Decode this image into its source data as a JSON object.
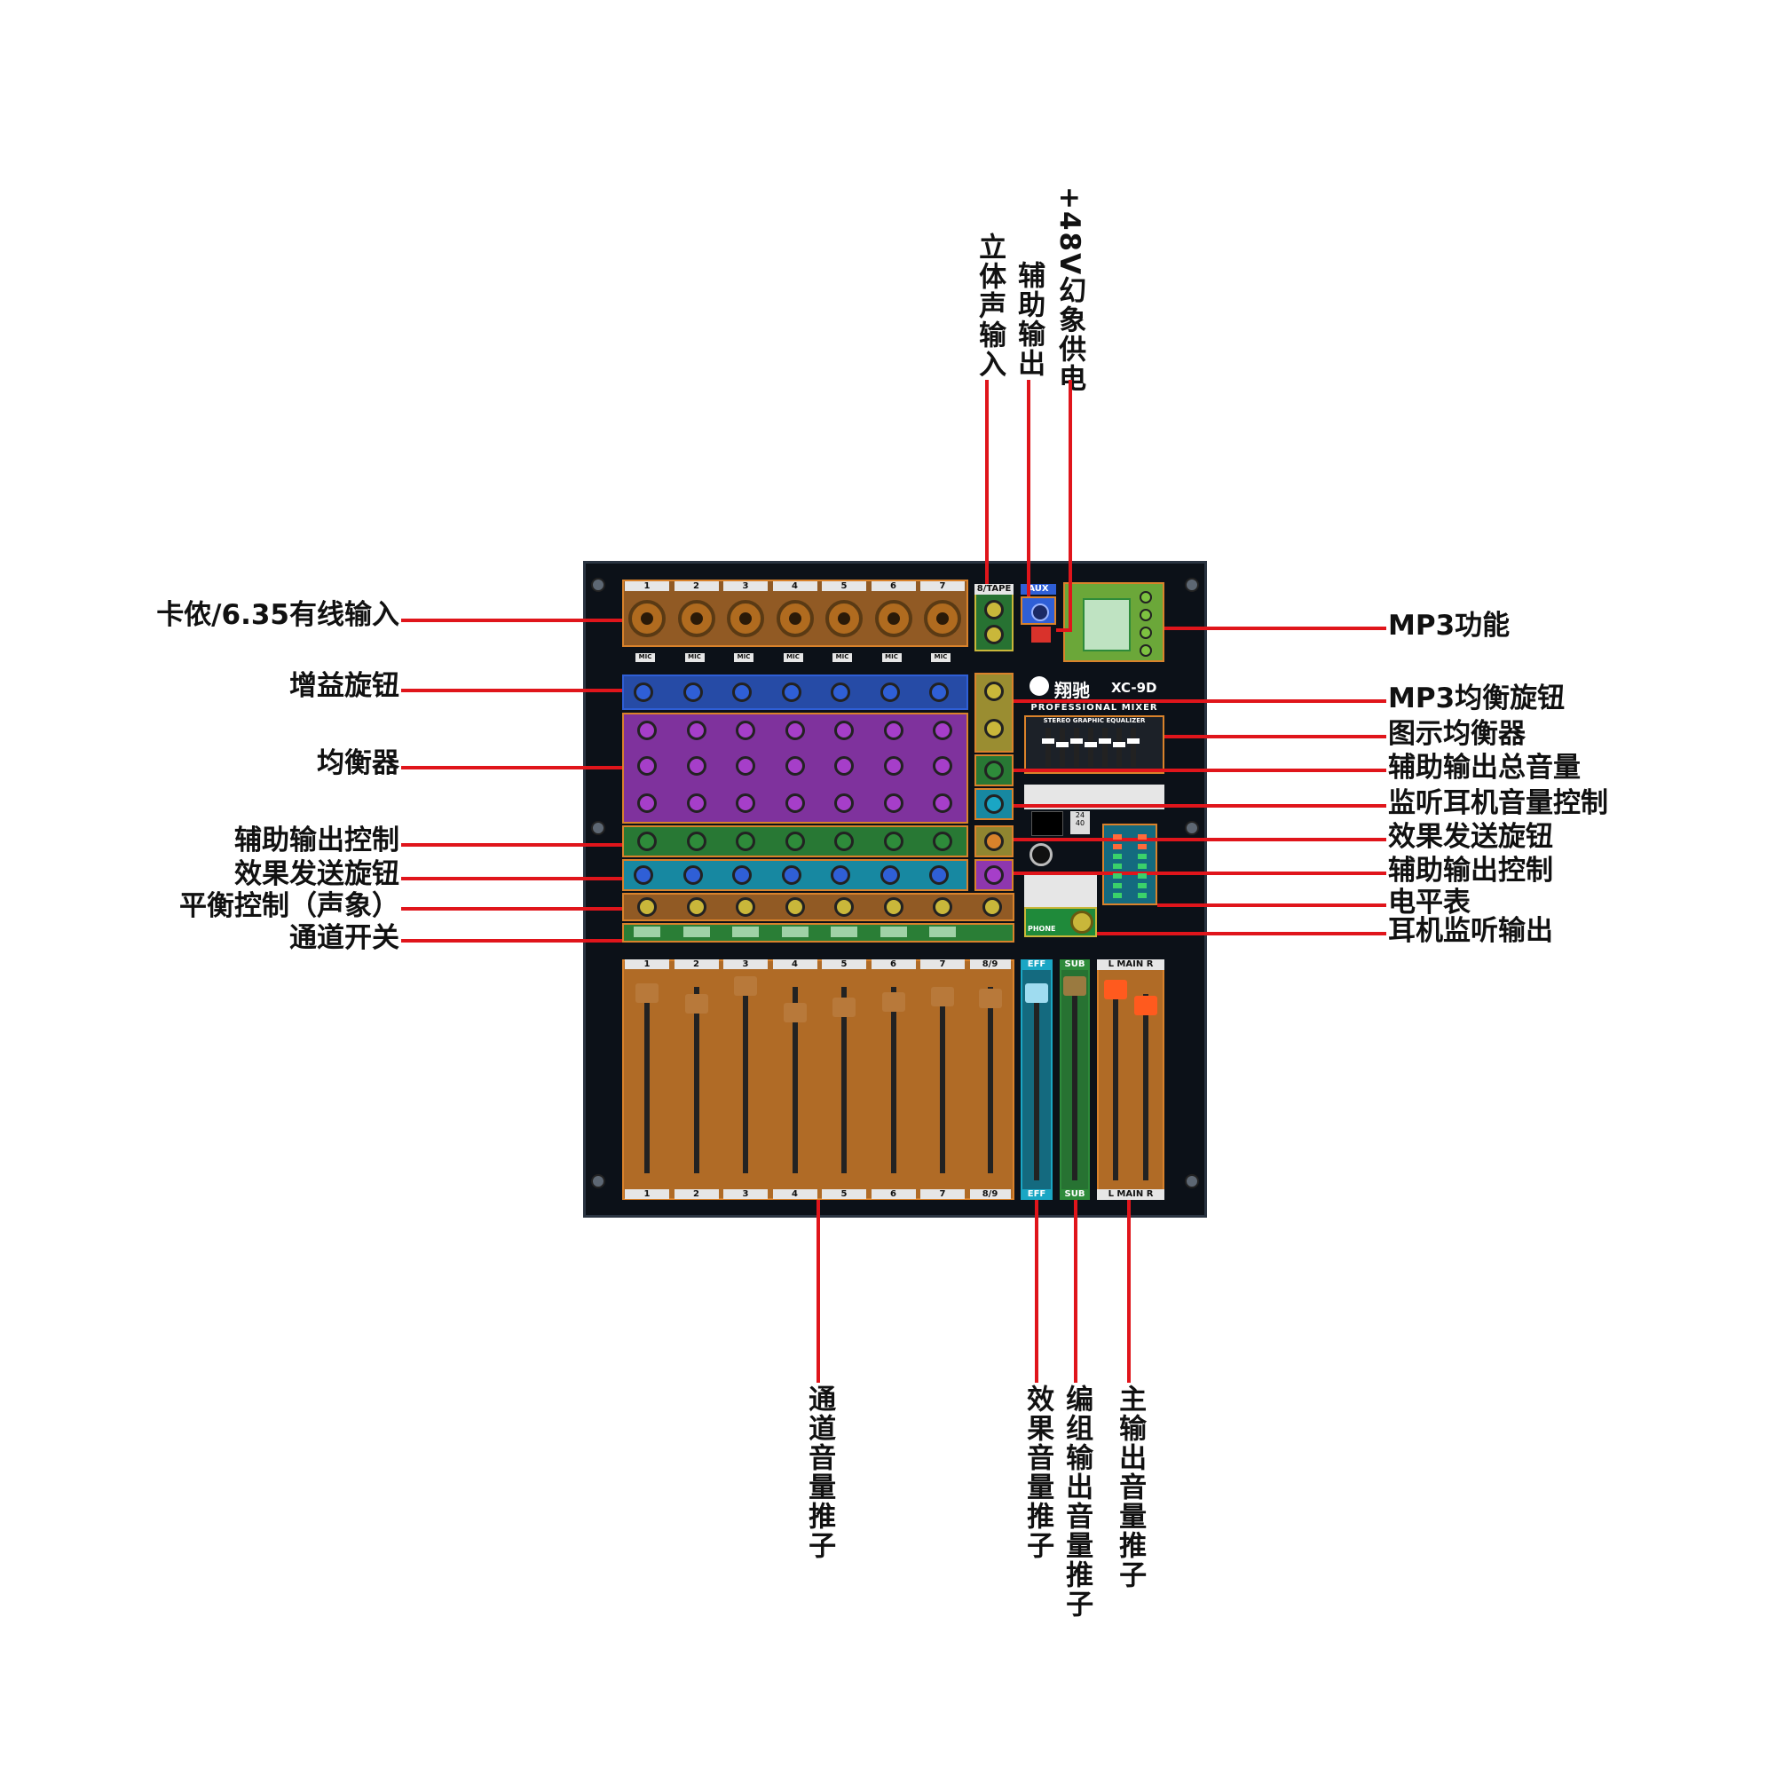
{
  "labels_left": [
    "卡侬/6.35有线输入",
    "增益旋钮",
    "均衡器",
    "辅助输出控制",
    "效果发送旋钮",
    "平衡控制（声象）",
    "通道开关"
  ],
  "labels_right": [
    "MP3功能",
    "MP3均衡旋钮",
    "图示均衡器",
    "辅助输出总音量",
    "监听耳机音量控制",
    "效果发送旋钮",
    "辅助输出控制",
    "电平表",
    "耳机监听输出"
  ],
  "labels_top": [
    "立体声输入",
    "辅助输出",
    "+48V幻象供电"
  ],
  "labels_bottom": [
    "通道音量推子",
    "效果音量推子",
    "编组输出音量推子",
    "主输出音量推子"
  ],
  "mixer": {
    "brand": "翔驰",
    "model": "XC-9D",
    "subtitle": "PROFESSIONAL MIXER",
    "eq_title": "STEREO GRAPHIC EQUALIZER",
    "channels": [
      "1",
      "2",
      "3",
      "4",
      "5",
      "6",
      "7"
    ],
    "stereo_channel": "8/9",
    "tape_label": "8/TAPE",
    "aux_label": "AUX",
    "mic_label": "MIC",
    "bus_labels": {
      "eff": "EFF",
      "sub": "SUB",
      "main": "L  MAIN  R"
    },
    "phone_label": "PHONE",
    "bits_label": "24 40"
  },
  "colors": {
    "line": "#e0151b",
    "orange": "#d9822b",
    "blue": "#2f5fd6",
    "purple": "#a63ec9",
    "green": "#2e8b3a",
    "cyan": "#1aa6c4",
    "yellow": "#c9b73a",
    "lime": "#7dc240"
  }
}
